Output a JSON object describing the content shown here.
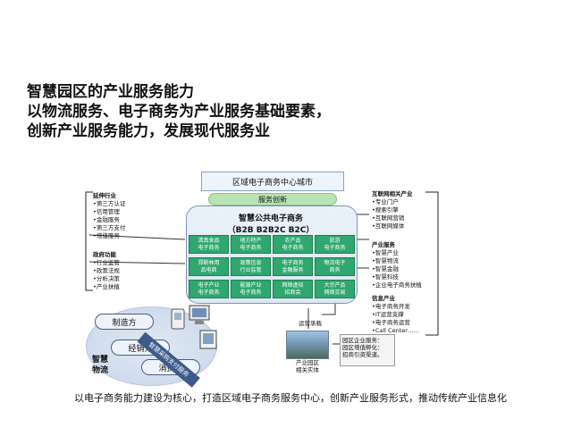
{
  "title": {
    "line1": "智慧园区的产业服务能力",
    "line2": "以物流服务、电子商务为产业服务基础要素，",
    "line3": "创新产业服务能力，发展现代服务业"
  },
  "center": {
    "top_box": "区域电子商务中心城市",
    "innovation": "服务创新",
    "panel_title": "智慧公共电子商务",
    "panel_sub": "（B2B   B2B2C  B2C）",
    "cells": [
      [
        "清真食品",
        "电子商务"
      ],
      [
        "地方特产",
        "电子商务"
      ],
      [
        "农产品",
        "电子商务"
      ],
      [
        "旅游",
        "电子商务"
      ],
      [
        "郑斯林用",
        "品电商"
      ],
      [
        "政策信息",
        "行业监管"
      ],
      [
        "电子商务",
        "金融服务"
      ],
      [
        "物流电子",
        "商务"
      ],
      [
        "电子产业",
        "电子商务"
      ],
      [
        "能源产业",
        "电子商务"
      ],
      [
        "网络虚拟",
        "招商会"
      ],
      [
        "大宗产品",
        "网络交易"
      ]
    ]
  },
  "left": {
    "group1": {
      "head": "延伸行业",
      "items": [
        "•第三方认证",
        "•信用管理",
        "•金融服务",
        "•第三方支付",
        "•增值服务"
      ]
    },
    "group2": {
      "head": "政府功能",
      "items": [
        "•行业监管",
        "•政策法规",
        "•分析决策",
        "•产业扶植"
      ]
    }
  },
  "right": {
    "group1": {
      "head": "互联网相关产业",
      "items": [
        "•专业门户",
        "•搜索引擎",
        "•互联网营销",
        "•互联网媒体"
      ]
    },
    "group2": {
      "head": "产业服务",
      "items": [
        "•智慧产业",
        "•智慧物流",
        "•智慧金融",
        "•智慧科技",
        "•企业电子商务扶植"
      ]
    },
    "group3": {
      "head": "信息产业",
      "items": [
        "•电子商务开发",
        "•IT运营支撑",
        "•电子商务运营",
        "•Call Center……"
      ]
    }
  },
  "bottom_left": {
    "manufacturer": "制造方",
    "distributor": "经销方",
    "consumer": "消费方",
    "smart_logistics": [
      "智慧",
      "物流"
    ],
    "diag_band": "智慧采购支付服务"
  },
  "bottom_mid": {
    "ops": "运营承载",
    "park_label": [
      "产业园区",
      "相关实体"
    ],
    "park_box": [
      "园区企业服务：",
      "园区增值孵化：",
      "招商引资渠道。"
    ]
  },
  "caption": "以电子商务能力建设为核心，打造区域电子商务服务中心，创新产业服务形式，推动传统产业信息化"
}
